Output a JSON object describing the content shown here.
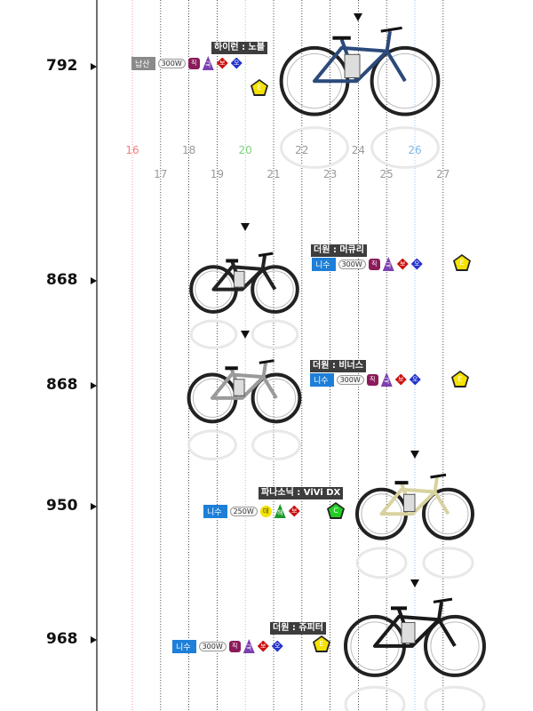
{
  "chart_data": {
    "type": "scatter",
    "x_ticks": [
      16,
      17,
      18,
      19,
      20,
      21,
      22,
      23,
      24,
      25,
      26,
      27
    ],
    "xlim": [
      15.2,
      27.4
    ],
    "colors": {
      "tick_16": "#f08080",
      "tick_20": "#7fd17f",
      "tick_26": "#7fb8e8",
      "tick_default": "#9a9a9a",
      "motor_nasan": "#8a8a8a",
      "motor_nisu": "#1e7fd8"
    },
    "points": [
      {
        "price": "792",
        "name": "하이런 : 노블",
        "x": 24,
        "motor": "납산",
        "watt": "300W",
        "chips": [
          "직",
          "국",
          "보",
          "오",
          "E"
        ],
        "chip_colors": [
          "#8b1a5a",
          "#7b3fb0",
          "#cc1111",
          "#2233cc",
          "#f5e200"
        ]
      },
      {
        "price": "868",
        "name": "더원 : 머큐리",
        "x": 20,
        "motor": "니수",
        "watt": "300W",
        "chips": [
          "직",
          "국",
          "보",
          "오",
          "E"
        ],
        "chip_colors": [
          "#8b1a5a",
          "#7b3fb0",
          "#cc1111",
          "#2233cc",
          "#f5e200"
        ]
      },
      {
        "price": "868",
        "name": "더원 : 비너스",
        "x": 20,
        "motor": "니수",
        "watt": "300W",
        "chips": [
          "직",
          "국",
          "보",
          "오",
          "E"
        ],
        "chip_colors": [
          "#8b1a5a",
          "#7b3fb0",
          "#cc1111",
          "#2233cc",
          "#f5e200"
        ]
      },
      {
        "price": "950",
        "name": "파나소닉 : ViVi DX",
        "x": 26,
        "motor": "니수",
        "watt": "250W",
        "chips": [
          "대",
          "해",
          "보",
          "C"
        ],
        "chip_colors": [
          "#f5e200",
          "#1a9a2a",
          "#cc1111",
          "#22cc22"
        ]
      },
      {
        "price": "968",
        "name": "더원 : 쥬피터",
        "x": 26,
        "motor": "니수",
        "watt": "300W",
        "chips": [
          "직",
          "국",
          "보",
          "오",
          "E"
        ],
        "chip_colors": [
          "#8b1a5a",
          "#7b3fb0",
          "#cc1111",
          "#2233cc",
          "#f5e200"
        ]
      }
    ]
  }
}
